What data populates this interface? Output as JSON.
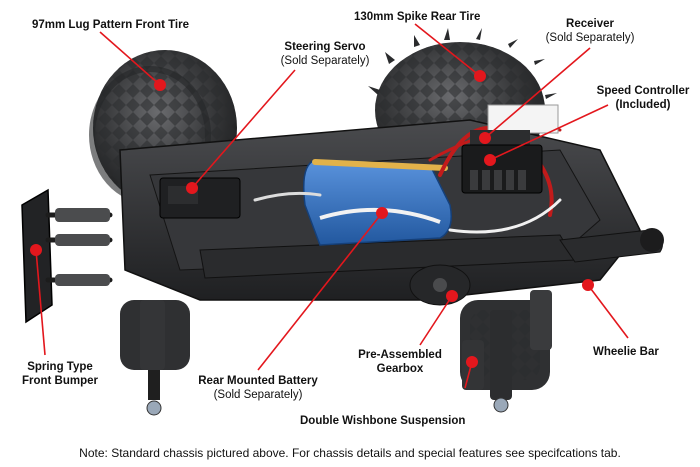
{
  "labels": {
    "front_tire": "97mm Lug Pattern Front Tire",
    "rear_tire": "130mm Spike Rear Tire",
    "steering_servo": "Steering Servo",
    "steering_servo_sub": "(Sold Separately)",
    "receiver": "Receiver",
    "receiver_sub": "(Sold Separately)",
    "speed_controller": "Speed Controller",
    "speed_controller_sub": "(Included)",
    "front_bumper_1": "Spring Type",
    "front_bumper_2": "Front Bumper",
    "battery": "Rear Mounted Battery",
    "battery_sub": "(Sold Separately)",
    "gearbox_1": "Pre-Assembled",
    "gearbox_2": "Gearbox",
    "wheelie_bar": "Wheelie Bar",
    "suspension": "Double Wishbone Suspension"
  },
  "note": "Note: Standard chassis pictured above. For chassis details and special features see specifcations tab.",
  "colors": {
    "callout": "#e3171d",
    "chassis": "#2b2c2e",
    "tire": "#3a3b3d",
    "battery": "#2f6fc4",
    "spring": "#1c1c1c"
  }
}
